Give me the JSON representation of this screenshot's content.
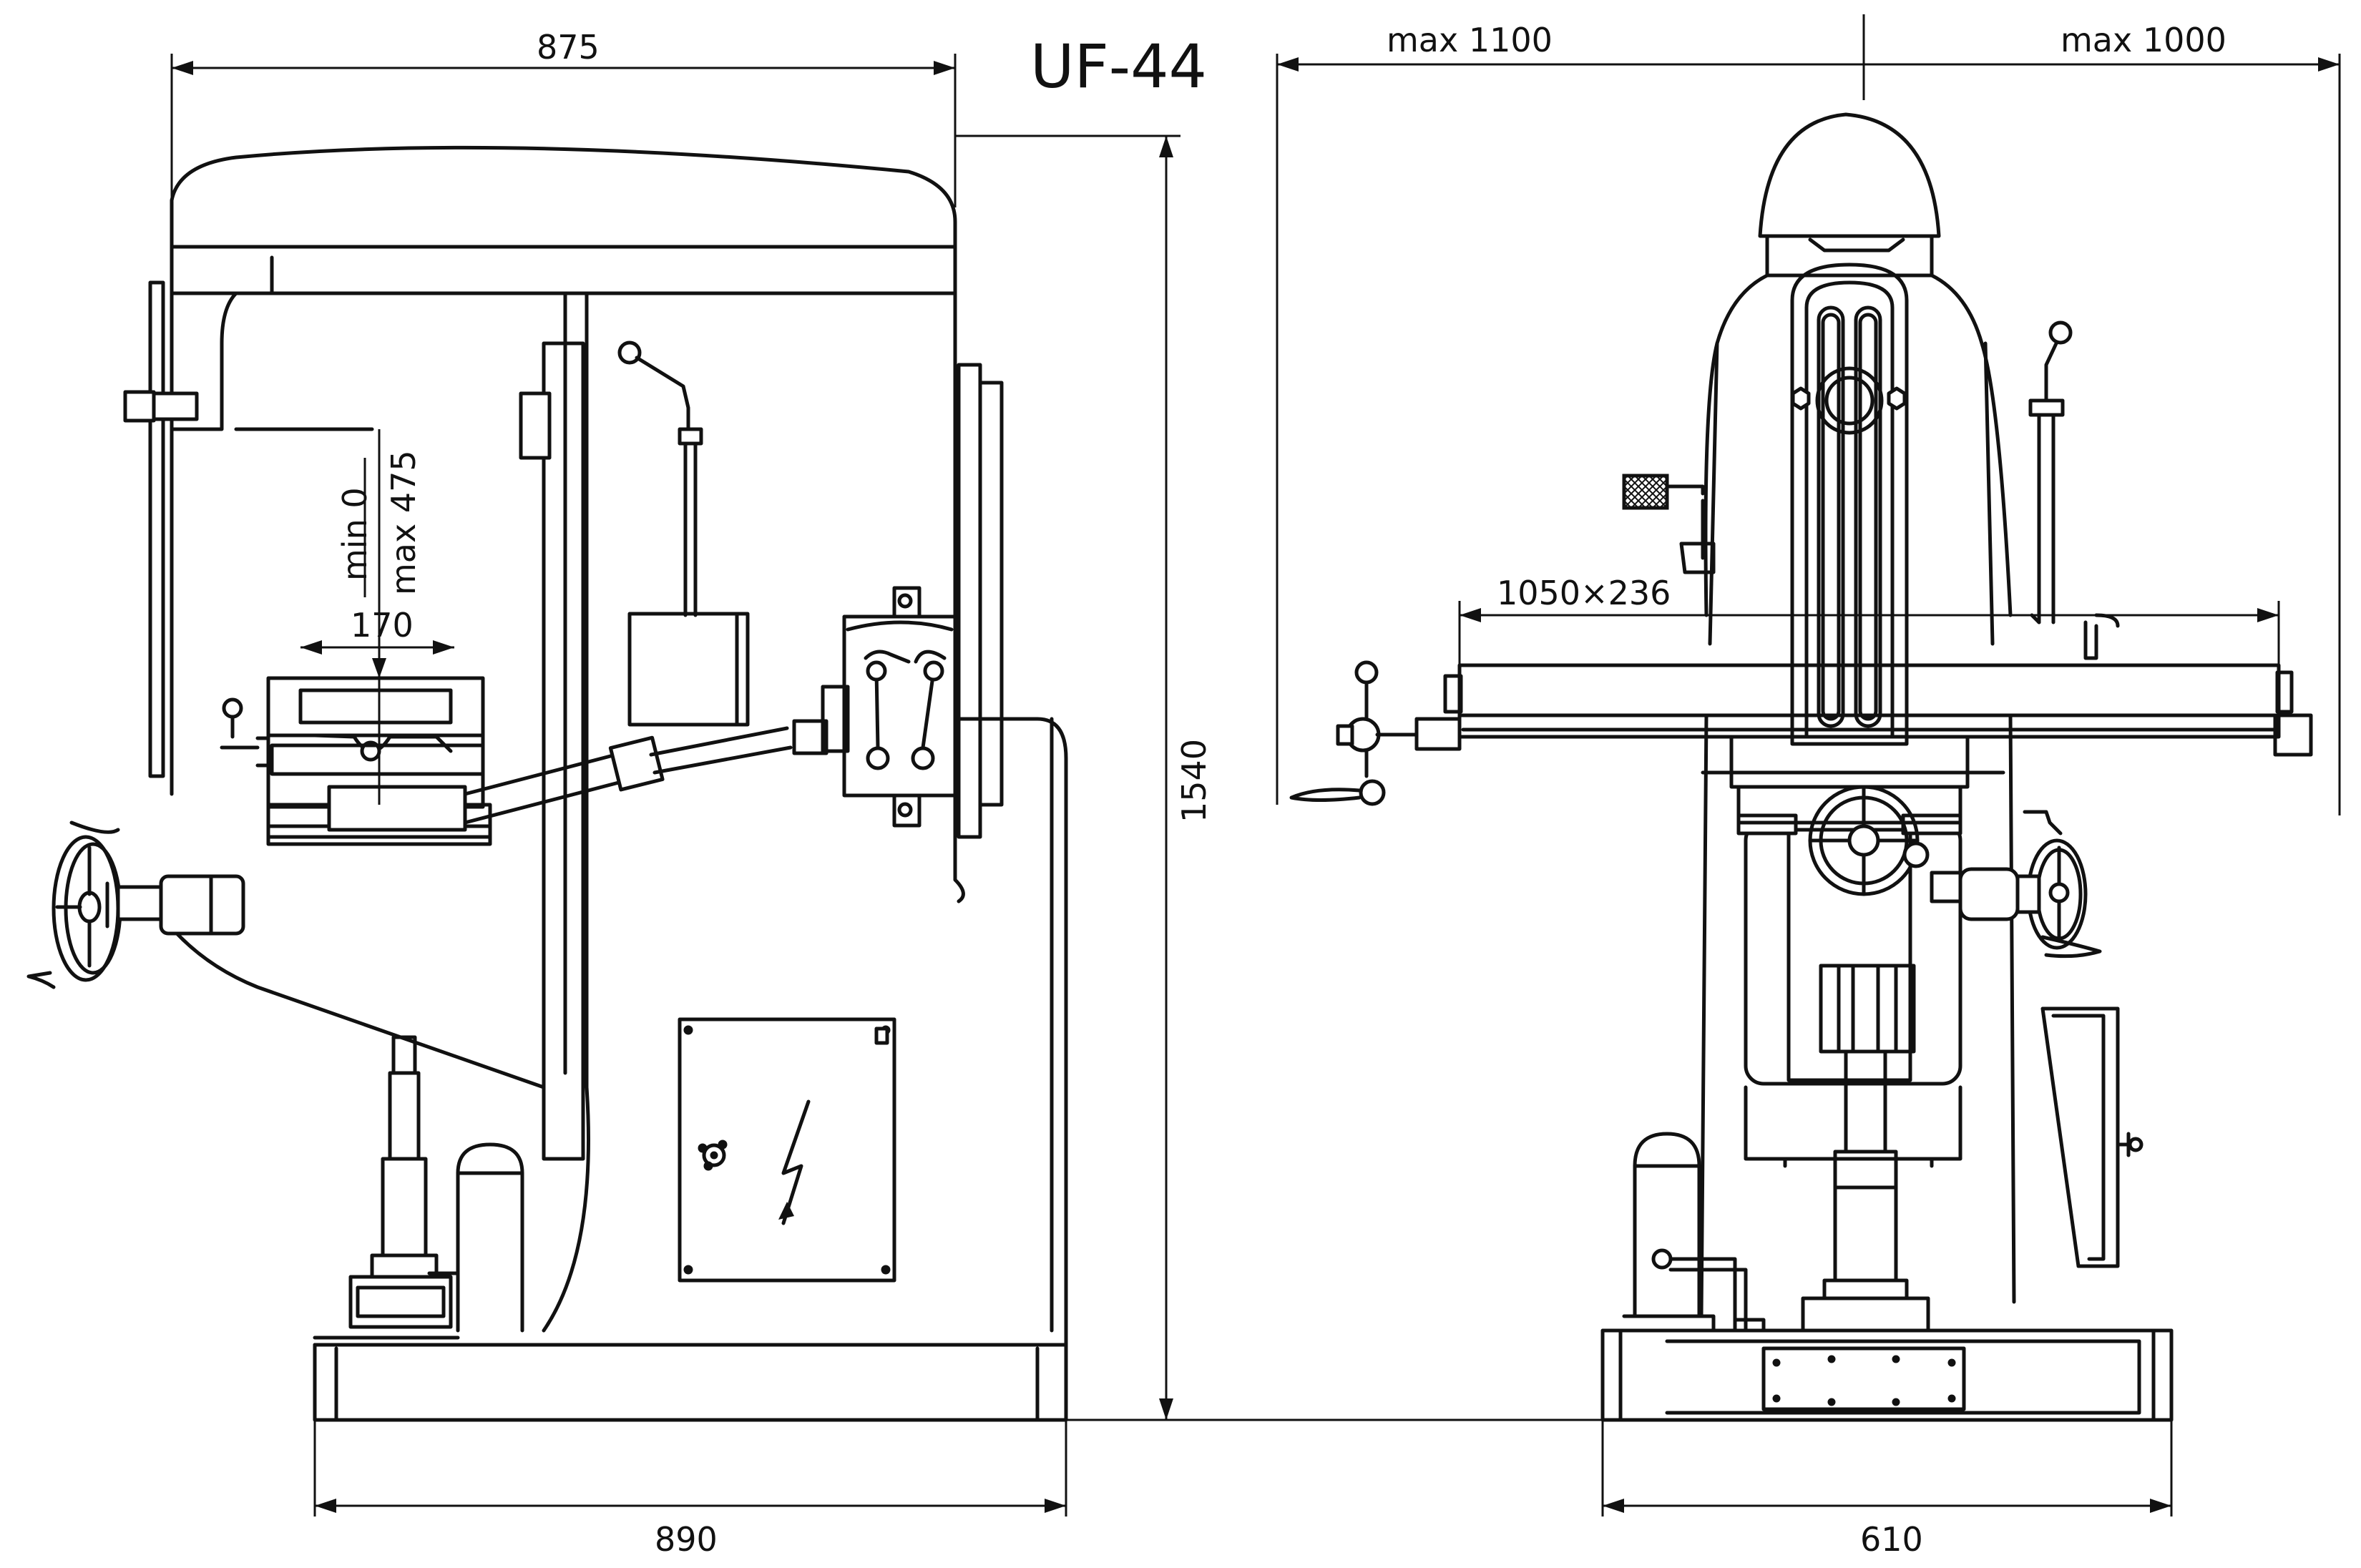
{
  "title": "UF-44",
  "dimensions": {
    "side_top_width": "875",
    "side_base_width": "890",
    "overall_height": "1540",
    "table_width": "170",
    "vertical_travel_min": "min  0",
    "vertical_travel_max": "max  475",
    "front_left_travel": "max  1100",
    "front_right_travel": "max  1000",
    "table_size": "1050×236",
    "front_base_width": "610"
  }
}
